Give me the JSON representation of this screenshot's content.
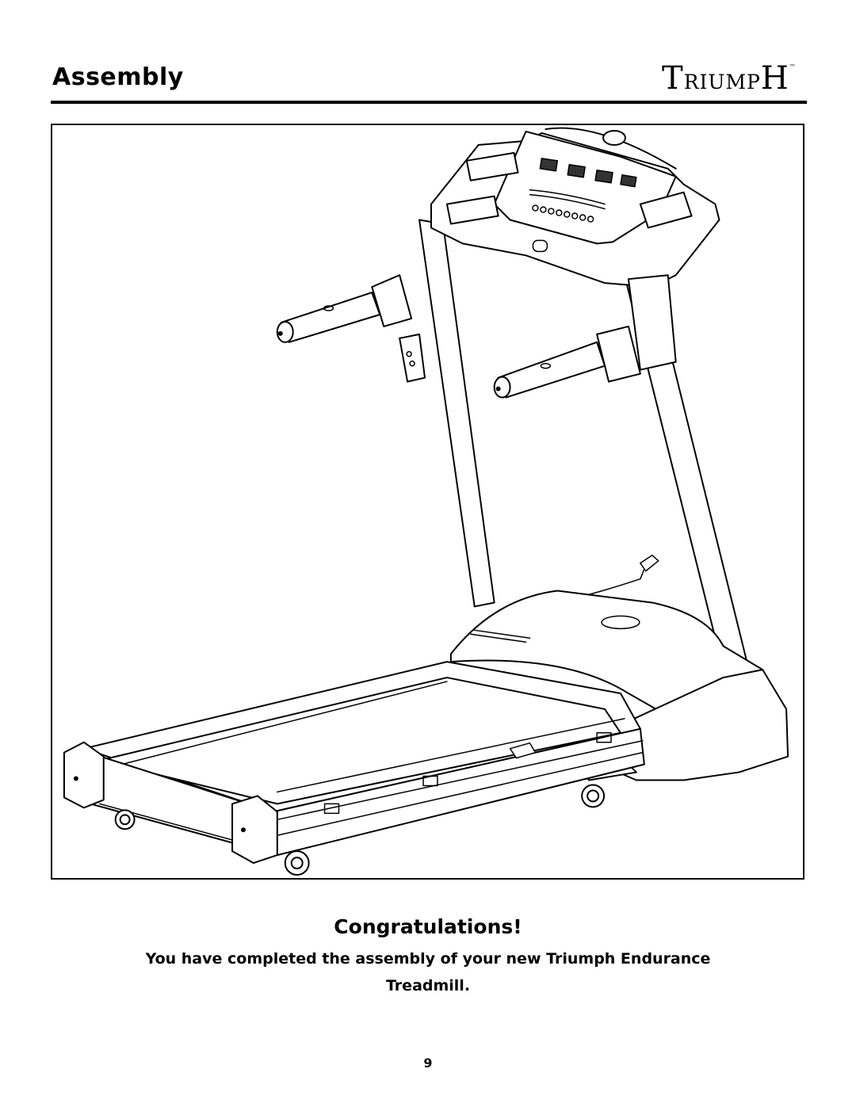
{
  "header": {
    "section_title": "Assembly",
    "logo_text": "TRIUMPH",
    "logo_mark": "™"
  },
  "figure": {
    "subject": "treadmill-illustration"
  },
  "content": {
    "heading": "Congratulations!",
    "body_line1": "You have completed the assembly of your new Triumph Endurance",
    "body_line2": "Treadmill."
  },
  "footer": {
    "page_number": "9"
  }
}
